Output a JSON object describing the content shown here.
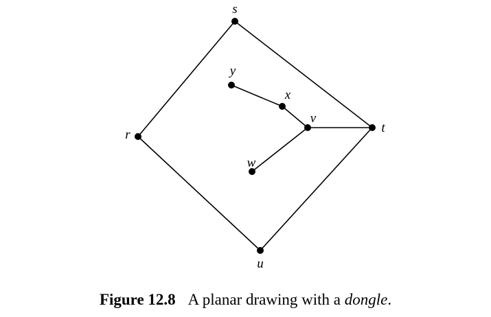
{
  "diagram": {
    "vertices": [
      {
        "id": "s",
        "label": "s"
      },
      {
        "id": "t",
        "label": "t"
      },
      {
        "id": "r",
        "label": "r"
      },
      {
        "id": "u",
        "label": "u"
      },
      {
        "id": "y",
        "label": "y"
      },
      {
        "id": "x",
        "label": "x"
      },
      {
        "id": "v",
        "label": "v"
      },
      {
        "id": "w",
        "label": "w"
      }
    ],
    "edges": [
      [
        "s",
        "t"
      ],
      [
        "s",
        "r"
      ],
      [
        "r",
        "u"
      ],
      [
        "u",
        "t"
      ],
      [
        "y",
        "x"
      ],
      [
        "x",
        "v"
      ],
      [
        "v",
        "t"
      ],
      [
        "v",
        "w"
      ]
    ]
  },
  "caption": {
    "figure_number": "Figure 12.8",
    "text_before": "A planar drawing with a ",
    "emphasis": "dongle",
    "text_after": "."
  }
}
